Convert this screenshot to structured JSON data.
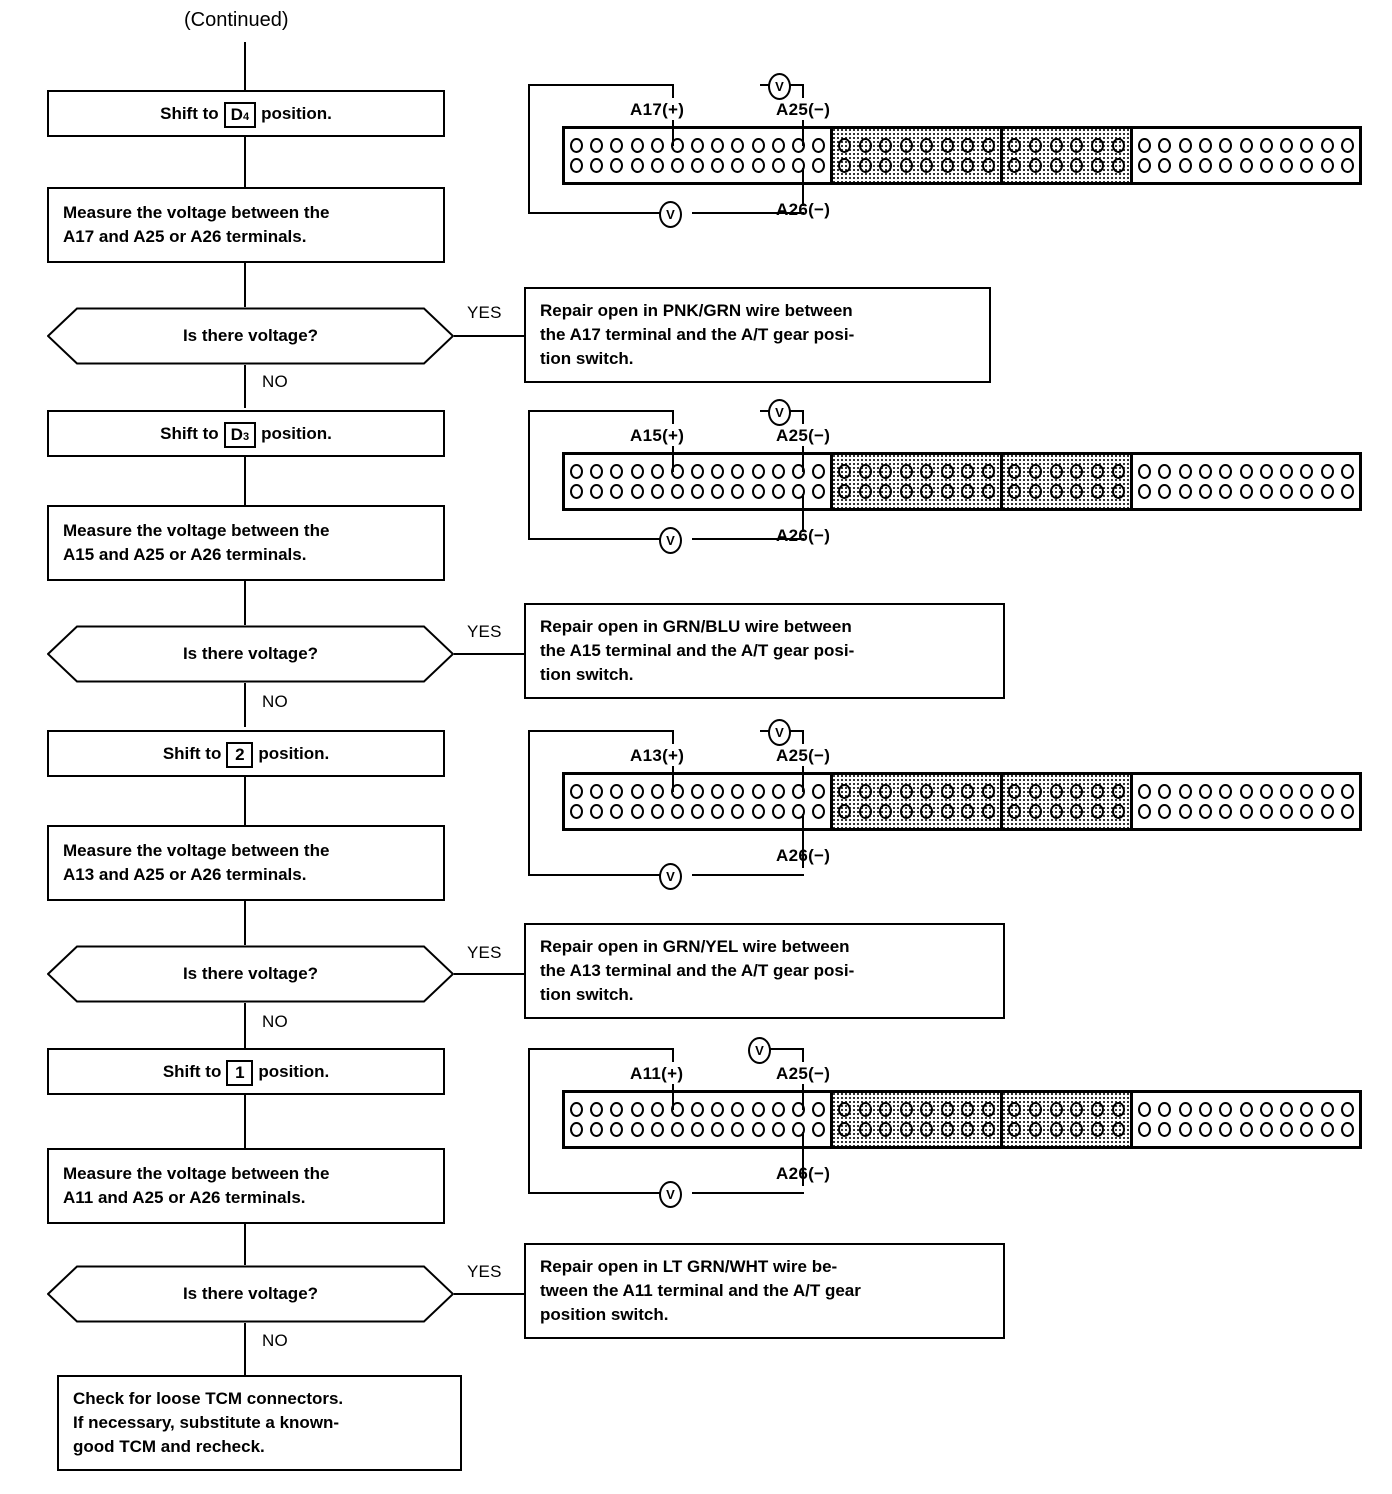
{
  "header": {
    "continued_label": "(Continued)"
  },
  "flow": {
    "yes_label": "YES",
    "no_label": "NO",
    "question_label": "Is there voltage?",
    "steps": [
      {
        "shift_prefix": "Shift to",
        "shift_token": "D",
        "shift_token_sub": "4",
        "shift_suffix": "position.",
        "measure_line1": "Measure the voltage between the",
        "measure_line2": "A17 and A25 or A26 terminals.",
        "question": "Is there voltage?",
        "repair_line1": "Repair open in PNK/GRN wire between",
        "repair_line2": "the A17 terminal and the A/T gear posi-",
        "repair_line3": "tion switch."
      },
      {
        "shift_prefix": "Shift to",
        "shift_token": "D",
        "shift_token_sub": "3",
        "shift_suffix": "position.",
        "measure_line1": "Measure the voltage between the",
        "measure_line2": "A15 and A25 or A26 terminals.",
        "question": "Is there voltage?",
        "repair_line1": "Repair open in GRN/BLU wire between",
        "repair_line2": "the A15 terminal and the A/T gear posi-",
        "repair_line3": "tion switch."
      },
      {
        "shift_prefix": "Shift to",
        "shift_token": "2",
        "shift_token_sub": "",
        "shift_suffix": "position.",
        "measure_line1": "Measure the voltage between the",
        "measure_line2": "A13 and A25 or A26 terminals.",
        "question": "Is there voltage?",
        "repair_line1": "Repair open in GRN/YEL wire between",
        "repair_line2": "the A13 terminal and the A/T gear posi-",
        "repair_line3": "tion switch."
      },
      {
        "shift_prefix": "Shift to",
        "shift_token": "1",
        "shift_token_sub": "",
        "shift_suffix": "position.",
        "measure_line1": "Measure the voltage between the",
        "measure_line2": "A11 and A25 or A26 terminals.",
        "question": "Is there voltage?",
        "repair_line1": "Repair open in LT GRN/WHT wire be-",
        "repair_line2": "tween the A11 terminal and the A/T gear",
        "repair_line3": "position switch."
      }
    ],
    "final_box": {
      "line1": "Check for loose TCM connectors.",
      "line2": "If necessary, substitute a known-",
      "line3": "good TCM and recheck."
    }
  },
  "connector_figures": [
    {
      "positive_label": "A17(+)",
      "negative_label_top": "A25(−)",
      "negative_label_bottom": "A26(−)",
      "meter_symbol": "V",
      "segments": [
        {
          "pins_per_row": 13,
          "rows": 2,
          "shaded": false
        },
        {
          "pins_per_row": 8,
          "rows": 2,
          "shaded": true
        },
        {
          "pins_per_row": 6,
          "rows": 2,
          "shaded": true
        },
        {
          "pins_per_row": 11,
          "rows": 2,
          "shaded": false
        }
      ]
    },
    {
      "positive_label": "A15(+)",
      "negative_label_top": "A25(−)",
      "negative_label_bottom": "A26(−)",
      "meter_symbol": "V",
      "segments": [
        {
          "pins_per_row": 13,
          "rows": 2,
          "shaded": false
        },
        {
          "pins_per_row": 8,
          "rows": 2,
          "shaded": true
        },
        {
          "pins_per_row": 6,
          "rows": 2,
          "shaded": true
        },
        {
          "pins_per_row": 11,
          "rows": 2,
          "shaded": false
        }
      ]
    },
    {
      "positive_label": "A13(+)",
      "negative_label_top": "A25(−)",
      "negative_label_bottom": "A26(−)",
      "meter_symbol": "V",
      "segments": [
        {
          "pins_per_row": 13,
          "rows": 2,
          "shaded": false
        },
        {
          "pins_per_row": 8,
          "rows": 2,
          "shaded": true
        },
        {
          "pins_per_row": 6,
          "rows": 2,
          "shaded": true
        },
        {
          "pins_per_row": 11,
          "rows": 2,
          "shaded": false
        }
      ]
    },
    {
      "positive_label": "A11(+)",
      "negative_label_top": "A25(−)",
      "negative_label_bottom": "A26(−)",
      "meter_symbol": "V",
      "segments": [
        {
          "pins_per_row": 13,
          "rows": 2,
          "shaded": false
        },
        {
          "pins_per_row": 8,
          "rows": 2,
          "shaded": true
        },
        {
          "pins_per_row": 6,
          "rows": 2,
          "shaded": true
        },
        {
          "pins_per_row": 11,
          "rows": 2,
          "shaded": false
        }
      ]
    }
  ],
  "colors": {
    "ink": "#000000",
    "paper": "#ffffff"
  }
}
